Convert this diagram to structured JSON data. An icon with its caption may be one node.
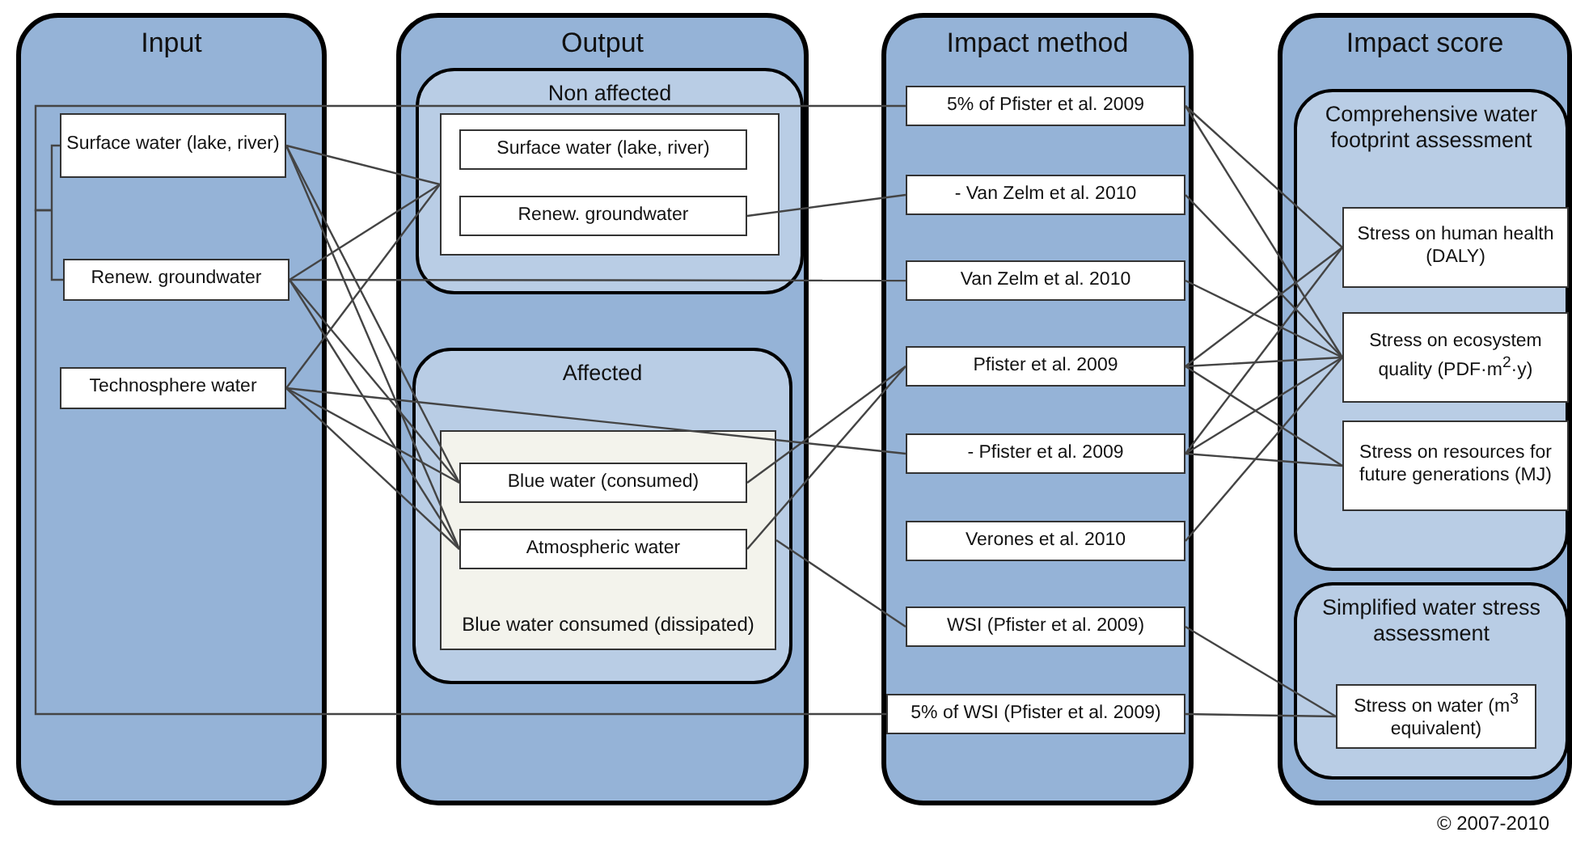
{
  "diagram": {
    "nodes": [
      {
        "text": [
          "Input"
        ]
      },
      {
        "text": [
          "Surface water (lake, river)"
        ],
        "in": 0
      },
      {
        "text": [
          "Renew. groundwater"
        ],
        "in": 0
      },
      {
        "text": [
          "Technosphere water"
        ],
        "in": 0
      },
      {
        "text": [
          "Output"
        ]
      },
      {
        "text": [
          "Non affected"
        ],
        "in": 4
      },
      {
        "text": [],
        "shape": "box",
        "in": 5
      },
      {
        "text": [
          "Surface water (lake, river)"
        ],
        "in": 6
      },
      {
        "text": [
          "Renew. groundwater"
        ],
        "in": 6
      },
      {
        "text": [
          "Affected"
        ],
        "in": 4
      },
      {
        "text": [
          "Blue water consumed (dissipated)"
        ],
        "in": 9
      },
      {
        "text": [
          "Blue water (consumed)"
        ],
        "in": 10
      },
      {
        "text": [
          "Atmospheric water"
        ],
        "in": 10
      },
      {
        "text": [
          "Impact method"
        ]
      },
      {
        "text": [
          "5% of Pfister et al. 2009"
        ],
        "in": 13
      },
      {
        "text": [
          "- Van Zelm et al. 2010"
        ],
        "in": 13
      },
      {
        "text": [
          "Van Zelm et al. 2010"
        ],
        "in": 13
      },
      {
        "text": [
          "Pfister et al. 2009"
        ],
        "in": 13
      },
      {
        "text": [
          "- Pfister et al. 2009"
        ],
        "in": 13
      },
      {
        "text": [
          "Verones et al. 2010"
        ],
        "in": 13
      },
      {
        "text": [
          "WSI (Pfister et al. 2009)"
        ],
        "in": 13
      },
      {
        "text": [
          "5% of WSI (Pfister et al. 2009)"
        ],
        "in": 13
      },
      {
        "text": [
          "Impact score"
        ]
      },
      {
        "text": [
          "Comprehensive water footprint assessment"
        ],
        "in": 22
      },
      {
        "text": [
          "Stress on human health (DALY)"
        ],
        "in": 23
      },
      {
        "text": [
          "Stress on ecosystem quality (PDF·m$^{2}$·y)"
        ],
        "in": 23
      },
      {
        "text": [
          "Stress on resources for future generations (MJ)"
        ],
        "in": 23
      },
      {
        "text": [
          "Simplified water stress assessment"
        ],
        "in": 22
      },
      {
        "text": [
          "Stress on water (m$^{3}$ equivalent)"
        ],
        "in": 27
      }
    ],
    "edges": [
      {
        "from": 1,
        "to": 14,
        "arrow": "none"
      },
      {
        "from": 2,
        "to": 14,
        "arrow": "none"
      },
      {
        "from": 1,
        "to": 21,
        "arrow": "none"
      },
      {
        "from": 2,
        "to": 21,
        "arrow": "none"
      },
      {
        "from": 1,
        "to": 6,
        "arrow": "none"
      },
      {
        "from": 1,
        "to": 11,
        "arrow": "none"
      },
      {
        "from": 1,
        "to": 12,
        "arrow": "none"
      },
      {
        "from": 2,
        "to": 6,
        "arrow": "none"
      },
      {
        "from": 2,
        "to": 16,
        "arrow": "none"
      },
      {
        "from": 2,
        "to": 11,
        "arrow": "none"
      },
      {
        "from": 2,
        "to": 12,
        "arrow": "none"
      },
      {
        "from": 3,
        "to": 6,
        "arrow": "none"
      },
      {
        "from": 3,
        "to": 18,
        "arrow": "none"
      },
      {
        "from": 3,
        "to": 11,
        "arrow": "none"
      },
      {
        "from": 3,
        "to": 12,
        "arrow": "none"
      },
      {
        "from": 8,
        "to": 15,
        "arrow": "none"
      },
      {
        "from": 11,
        "to": 17,
        "arrow": "none"
      },
      {
        "from": 12,
        "to": 17,
        "arrow": "none"
      },
      {
        "from": 10,
        "to": 20,
        "arrow": "none"
      },
      {
        "from": 14,
        "to": 24,
        "arrow": "none"
      },
      {
        "from": 14,
        "to": 25,
        "arrow": "none"
      },
      {
        "from": 15,
        "to": 25,
        "arrow": "none"
      },
      {
        "from": 16,
        "to": 25,
        "arrow": "none"
      },
      {
        "from": 17,
        "to": 24,
        "arrow": "none"
      },
      {
        "from": 17,
        "to": 25,
        "arrow": "none"
      },
      {
        "from": 17,
        "to": 26,
        "arrow": "none"
      },
      {
        "from": 18,
        "to": 24,
        "arrow": "none"
      },
      {
        "from": 18,
        "to": 25,
        "arrow": "none"
      },
      {
        "from": 18,
        "to": 26,
        "arrow": "none"
      },
      {
        "from": 19,
        "to": 25,
        "arrow": "none"
      },
      {
        "from": 20,
        "to": 28,
        "arrow": "none"
      },
      {
        "from": 21,
        "to": 28,
        "arrow": "none"
      }
    ],
    "labels": [
      "© 2007-2010"
    ]
  }
}
